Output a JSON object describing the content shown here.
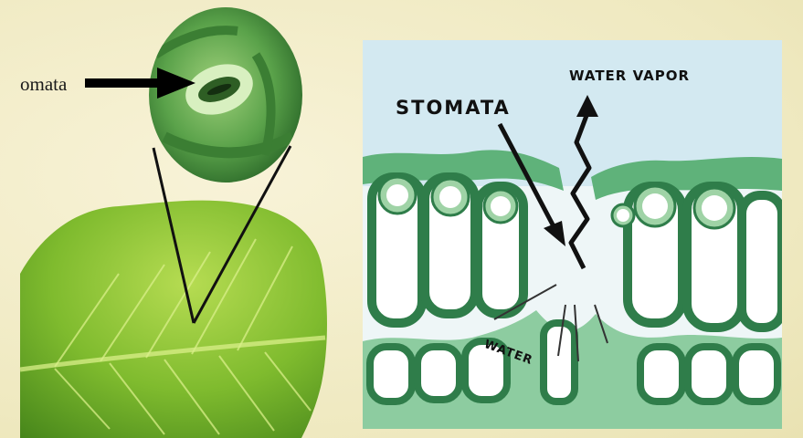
{
  "diagram": {
    "left_label": "omata",
    "right_labels": {
      "water_vapor": "WATER VAPOR",
      "stomata": "STOMATA",
      "water": "WATER"
    }
  },
  "colors": {
    "background": "#f3eeca",
    "panel_sky": "#cfe7f2",
    "tissue_green": "#5fb27a",
    "tissue_dark": "#2f7d4a",
    "cell_fill": "#ffffff",
    "leaf_green": "#6fae2a"
  }
}
